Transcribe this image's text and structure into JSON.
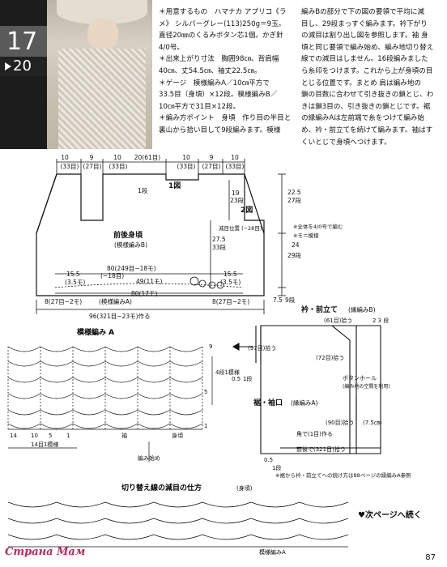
{
  "pattern_number": "17",
  "pattern_sub": "20",
  "instructions": {
    "col1": [
      "＊用意するもの　ハマナカ アプリコ《ラ",
      "メ》 シルバーグレー(113)250g＝9玉。",
      "直径20㎜のくるみボタン芯1個。かぎ針",
      "4/0号。",
      "＊出来上がり寸法　胸囲98㎝、背肩幅",
      "40㎝、丈54.5㎝、袖丈22.5㎝。",
      "＊ゲージ　模様編みA／10㎝平方で",
      "33.5目（身頃）×12段。模様編みB／",
      "10㎝平方で31目×12段。",
      "＊編み方ポイント　身頃　作り目の半目と",
      "裏山から拾い目して9段編みます。模様"
    ],
    "col2": [
      "編みBの部分で下の図の要領で平均に減",
      "目し、29段まっすぐ編みます。衿下がり",
      "の減目は割り出し図を参照します。袖 身",
      "頃と同じ要領で編み始め、編み地切り替え",
      "線での減目はしません。16段編みました",
      "ら糸印をつけます。これから上が身頃の目",
      "とじる位置です。まとめ 肩は編み地の",
      "鎖の目数に合わせて引き抜きの鎖とじ、わ",
      "きは鎖3目の、引き抜きの鎖とじです。裾",
      "の縁編みAは左前端で糸をつけて編み始",
      "め、衿・前立てを続けて編みます。袖はす",
      "くいとじで身頃へつけます。"
    ]
  },
  "body_diagram": {
    "top_dims": [
      "10",
      "9",
      "10",
      "20(61目)",
      "10",
      "9",
      "10"
    ],
    "top_stitches": [
      "(33目)",
      "(27目)",
      "(33目)",
      "(33目)",
      "(27目)",
      "(33目)"
    ],
    "neck_row": "1段",
    "fig1": "1図",
    "fig2": "2図",
    "depth": "19",
    "depth_rows": "23段",
    "armhole": "22.5",
    "armhole_rows": "27段",
    "title": "前後身頃",
    "subtitle": "(模様編みB)",
    "dec_note": "減目位置 (−28目)",
    "side": "27.5",
    "side_rows": "33段",
    "lower": "24",
    "lower_rows": "29段",
    "row80a": "80(249目−18モ)",
    "left155": "15.5",
    "left155b": "(3.5モ)",
    "minus18": "(−18目)",
    "center49": "49(11モ)",
    "right155": "15.5",
    "right155b": "(3.5モ)",
    "row80b": "80(17モ)",
    "bottom8a": "8(27目−2モ)",
    "patternA": "(模様編みA)",
    "bottom8b": "8(27目−2モ)",
    "hem": "7.5",
    "hem_rows": "9段",
    "total": "96(321目−23モ)作る",
    "note1": "※全体を4/0号で編む",
    "note2": "※モ＝模様"
  },
  "pattern_a": {
    "title": "模様編み A",
    "repeat": "4段1模様",
    "repeat_width": "14目1模様",
    "start": "編み始め",
    "sleeve": "袖",
    "body": "身頃",
    "row_labels": [
      "9",
      "5",
      "1"
    ],
    "col_labels": [
      "14",
      "10",
      "5",
      "1"
    ]
  },
  "collar": {
    "title": "衿・前立て",
    "title_sub": "(縁編みB)",
    "pickup_top": "(61目)拾う",
    "rows3": "2 3 段",
    "pickup_back": "(97目)拾う",
    "pickup_side": "(72目)拾う",
    "button": "ボタンホール",
    "button_note": "(編み地の空間を利用)",
    "hem_title": "裾・袖口",
    "hem_sub": "(縁編みA)",
    "h05": "0.5",
    "h1": "1段",
    "h90": "(90目)拾う",
    "corner": "角で(1目)作る",
    "front": "前後で(321目)拾う",
    "h7": "(7.5㎝)",
    "h05b": "0.5",
    "h1b": "1段",
    "note": "※裾から衿・前立てへの続け方は88ページの縁編みA参照"
  },
  "dec_chart": {
    "title": "切り替え線の減目の仕方",
    "title_sub": "(身頃)",
    "label": "模様編みA"
  },
  "continue": "♥次ページへ続く",
  "page": "87",
  "watermark": "Страна Мам"
}
